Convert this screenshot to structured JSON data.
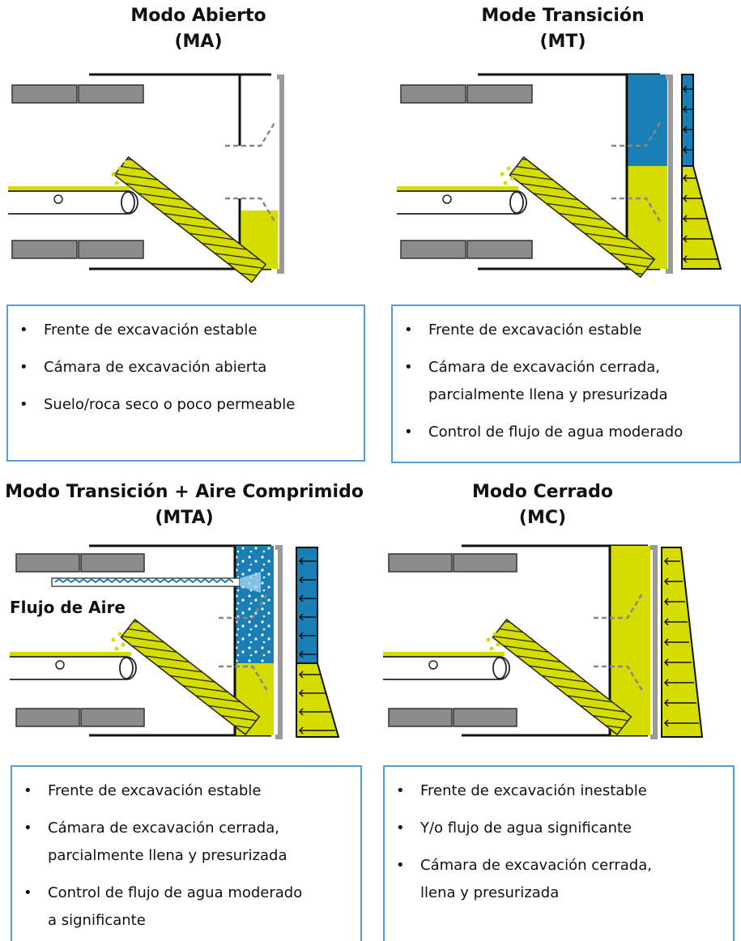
{
  "panels": [
    {
      "title_line1": "Modo Abierto",
      "title_line2": "(MA)",
      "bullets": [
        [
          "Frente de excavación estable"
        ],
        [
          "Cámara de excavación abierta"
        ],
        [
          "Suelo/roca seco o poco permeable"
        ]
      ]
    },
    {
      "title_line1": "Mode Transición",
      "title_line2": "(MT)",
      "bullets": [
        [
          "Frente de excavación estable"
        ],
        [
          "Cámara de excavación cerrada,",
          "parcialmente llena y presurizada"
        ],
        [
          "Control de flujo de agua moderado"
        ]
      ]
    },
    {
      "title_line1": "Modo Transición + Aire Comprimido",
      "title_line2": "(MTA)",
      "extra_label": "Flujo de Aire",
      "bullets": [
        [
          "Frente de excavación estable"
        ],
        [
          "Cámara de excavación cerrada,",
          "parcialmente llena y presurizada"
        ],
        [
          "Control de flujo de agua moderado",
          "a significante"
        ]
      ]
    },
    {
      "title_line1": "Modo Cerrado",
      "title_line2": "(MC)",
      "bullets": [
        [
          "Frente de excavación inestable"
        ],
        [
          "Y/o flujo de agua significante"
        ],
        [
          "Cámara de excavación cerrada,",
          "llena y presurizada"
        ]
      ]
    }
  ],
  "bullet_glyph": "•",
  "colors": {
    "soil_yellow": "#d4dc00",
    "water_blue": "#1a7fb5",
    "segment_gray": "#8c8c8c",
    "shield_gray": "#9a9a9a",
    "box_border": "#5b9bd5"
  }
}
